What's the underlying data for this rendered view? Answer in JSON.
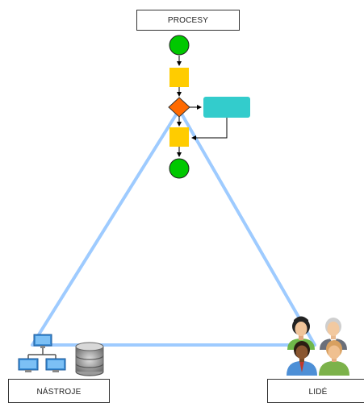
{
  "labels": {
    "procesy": "PROCESY",
    "nastroje": "NÁSTROJE",
    "lide": "LIDÉ"
  },
  "colors": {
    "triangle": "#9ecbff",
    "start_end": "#00c800",
    "task": "#ffcc00",
    "gateway": "#ff6a00",
    "data_object": "#33cccc",
    "arrow": "#000000"
  },
  "icons": {
    "tools": [
      "network-computers-icon",
      "database-icon"
    ],
    "people": [
      "woman-avatar-icon",
      "older-man-avatar-icon",
      "man-avatar-icon",
      "young-man-avatar-icon"
    ]
  }
}
